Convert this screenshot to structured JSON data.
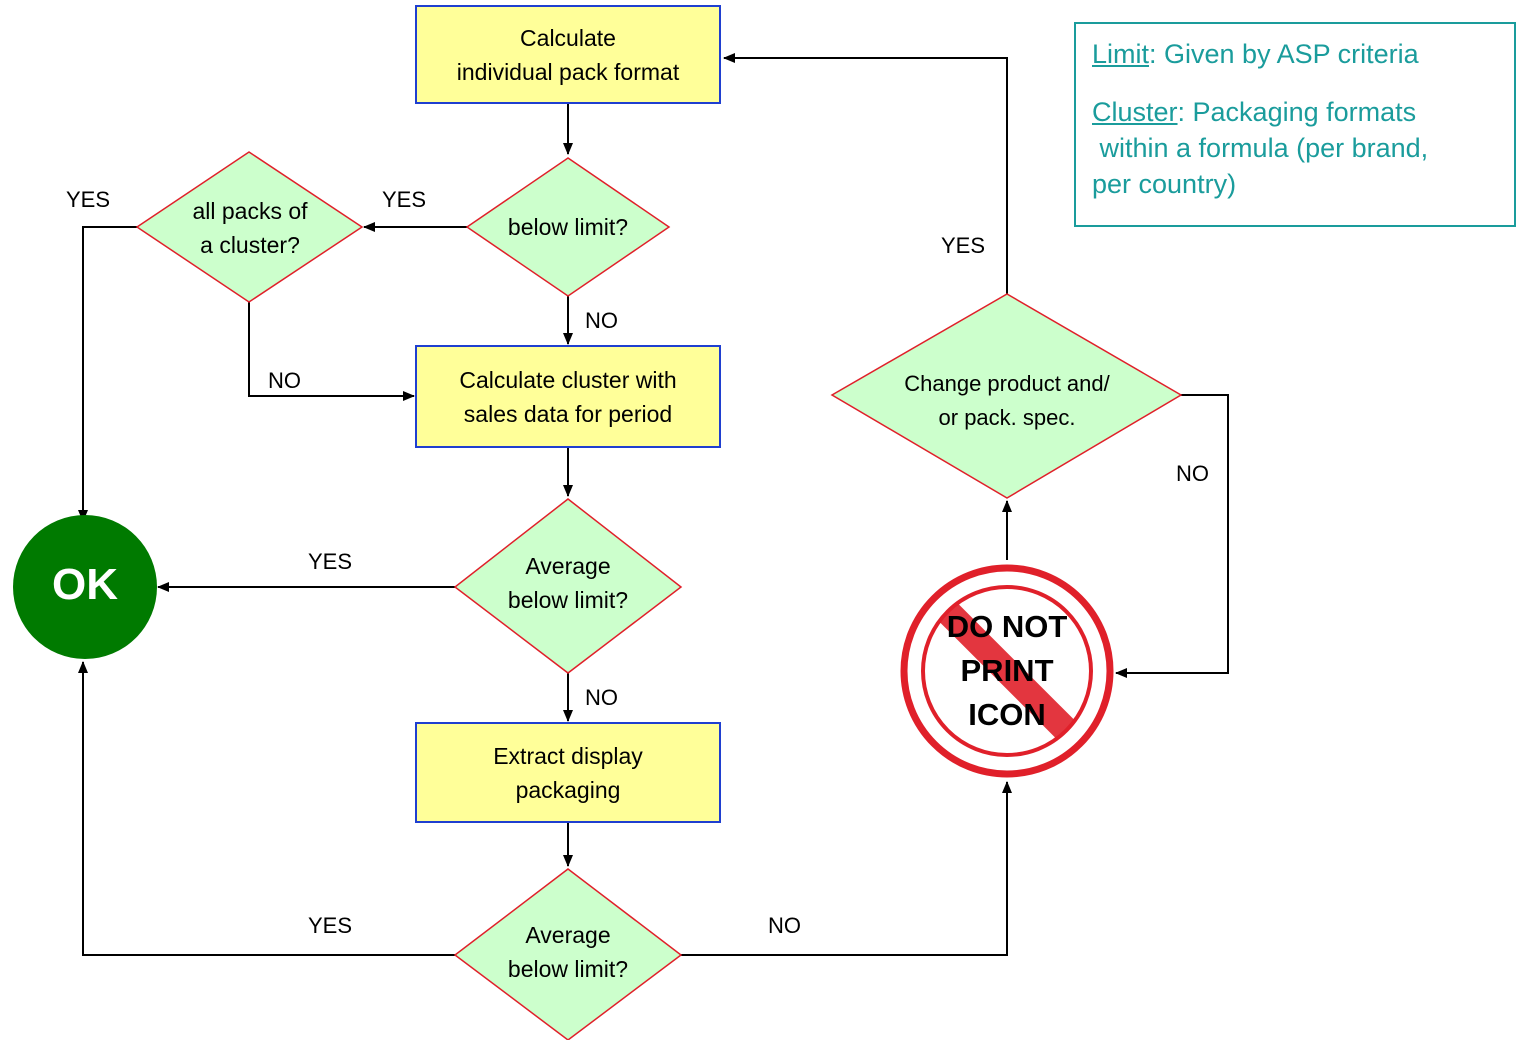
{
  "nodes": {
    "calc_individual": {
      "line1": "Calculate",
      "line2": "individual pack format"
    },
    "below_limit": {
      "text": "below limit?"
    },
    "all_packs": {
      "line1": "all packs of",
      "line2": "a cluster?"
    },
    "calc_cluster": {
      "line1": "Calculate cluster with",
      "line2": "sales data for period"
    },
    "avg_below_1": {
      "line1": "Average",
      "line2": "below limit?"
    },
    "extract_display": {
      "line1": "Extract  display",
      "line2": "packaging"
    },
    "avg_below_2": {
      "line1": "Average",
      "line2": "below limit?"
    },
    "change_product": {
      "line1": "Change product and/",
      "line2": "or pack. spec."
    },
    "ok": {
      "text": "OK"
    },
    "do_not_print": {
      "line1": "DO NOT",
      "line2": "PRINT",
      "line3": "ICON"
    }
  },
  "edge_labels": {
    "all_packs_yes": "YES",
    "below_limit_yes": "YES",
    "below_limit_no": "NO",
    "all_packs_no": "NO",
    "avg1_yes": "YES",
    "avg1_no": "NO",
    "avg2_yes": "YES",
    "avg2_no": "NO",
    "change_yes": "YES",
    "change_no": "NO"
  },
  "legend": {
    "limit_term": "Limit",
    "limit_def": ": Given by ASP criteria",
    "cluster_term": "Cluster",
    "cluster_def_line1": ": Packaging formats",
    "cluster_def_line2": " within a formula (per brand,",
    "cluster_def_line3": "per country)"
  },
  "colors": {
    "process_fill": "#ffff99",
    "process_border": "#1f3fd0",
    "decision_fill": "#ccffcc",
    "decision_border": "#e0202a",
    "ok_fill": "#007a00",
    "stop_red": "#e0202a",
    "legend_teal": "#1a9c9c"
  }
}
